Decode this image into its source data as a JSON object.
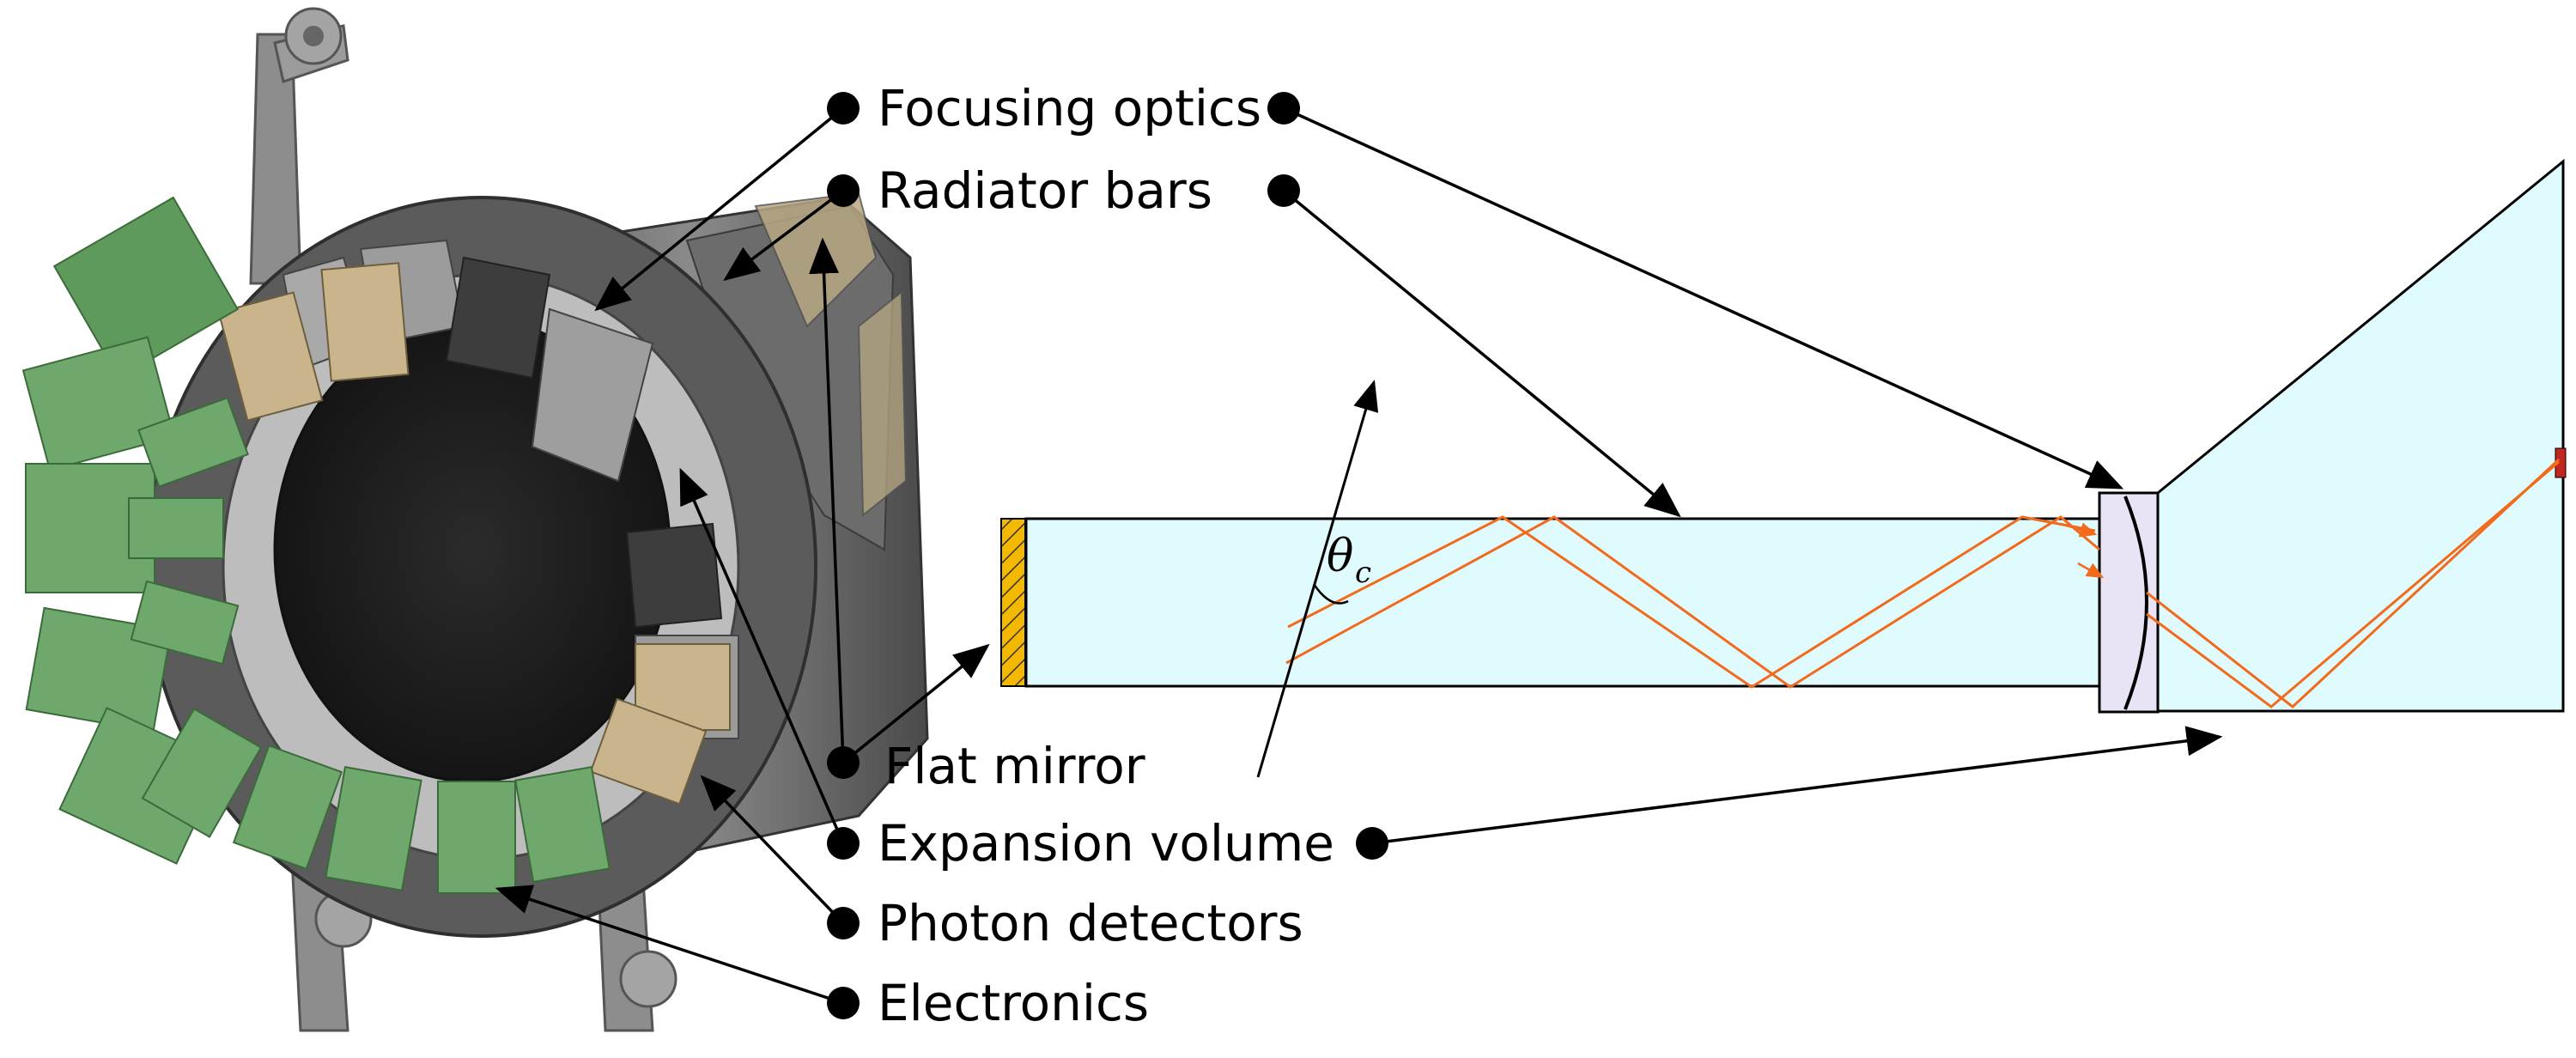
{
  "labels": {
    "focusing_optics": "Focusing optics",
    "radiator_bars": "Radiator bars",
    "flat_mirror": "Flat mirror",
    "expansion_volume": "Expansion volume",
    "photon_detectors": "Photon detectors",
    "electronics": "Electronics"
  },
  "angle": {
    "symbol": "θ",
    "subscript": "c"
  },
  "colors": {
    "radiator_fill": "#e0fbfd",
    "lens_fill": "#e8e4f6",
    "mirror_hatch": "#f5b800",
    "photon_path": "#f26a1b",
    "detector_pixel": "#c0261d",
    "detector_body": "#8f8f8f",
    "electronics_board": "#5f9a5d"
  }
}
